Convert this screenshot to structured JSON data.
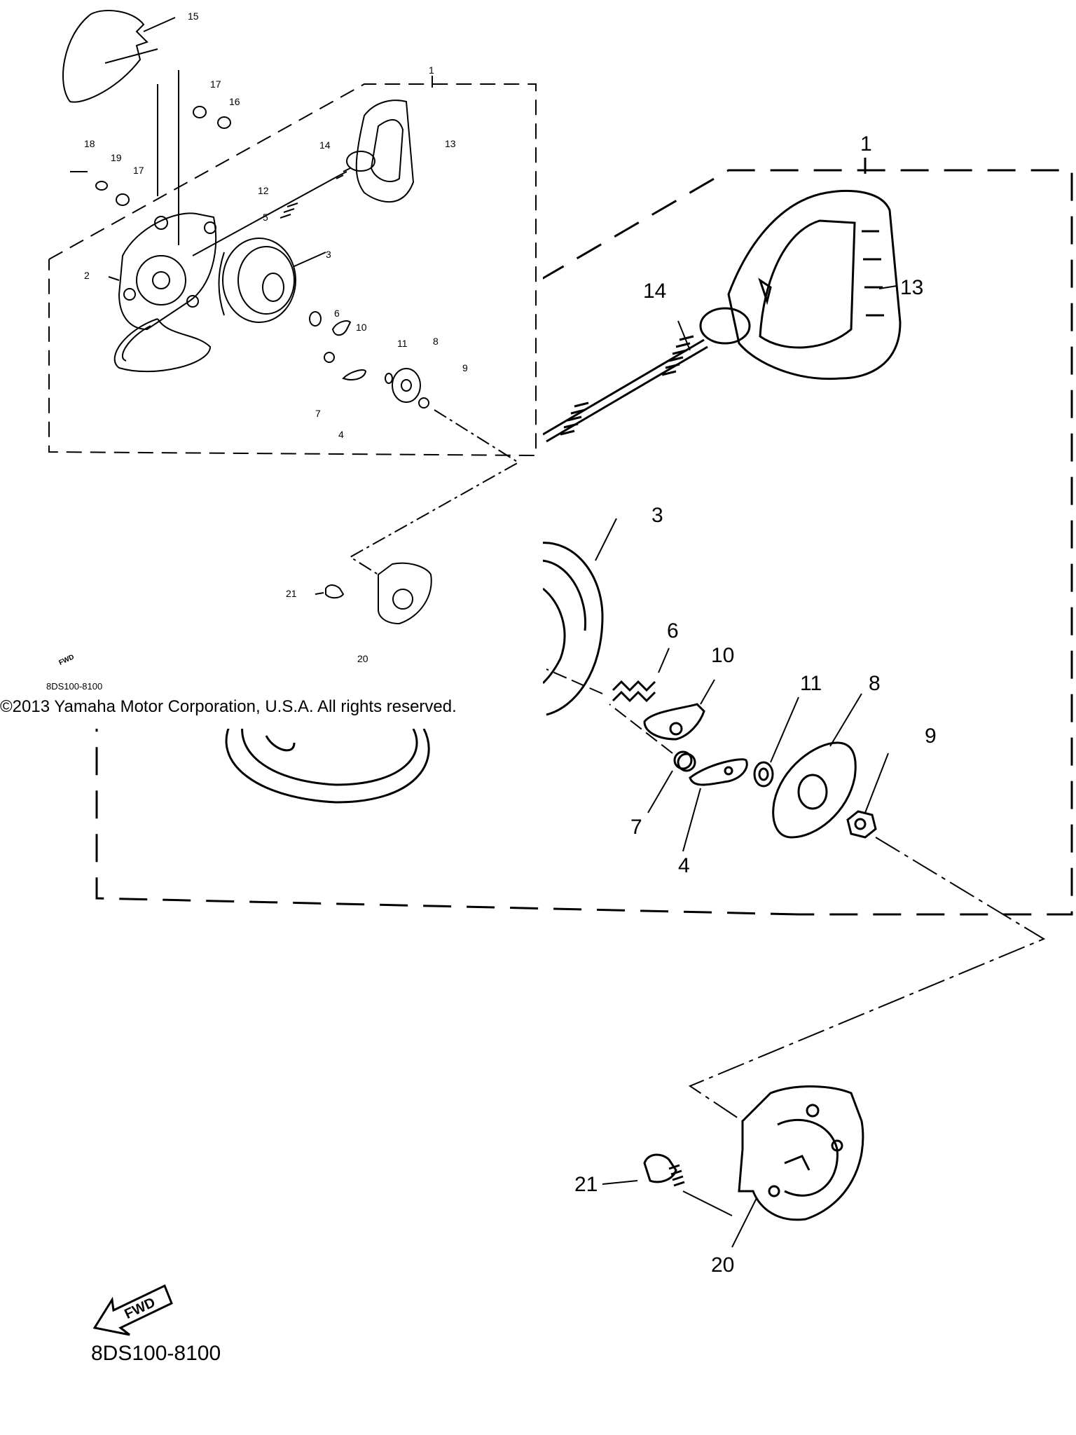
{
  "copyright": "©2013 Yamaha Motor Corporation, U.S.A. All rights reserved.",
  "diagram_code": "8DS100-8100",
  "fwd_label": "FWD",
  "large_callouts": {
    "c1": "1",
    "c3": "3",
    "c4": "4",
    "c6": "6",
    "c7": "7",
    "c8": "8",
    "c9": "9",
    "c10": "10",
    "c11": "11",
    "c13": "13",
    "c14": "14",
    "c20": "20",
    "c21": "21"
  },
  "small_callouts": {
    "c1": "1",
    "c2": "2",
    "c3": "3",
    "c4": "4",
    "c5": "5",
    "c6": "6",
    "c7": "7",
    "c8": "8",
    "c9": "9",
    "c10": "10",
    "c11": "11",
    "c12": "12",
    "c13": "13",
    "c14": "14",
    "c15": "15",
    "c16": "16",
    "c17a": "17",
    "c17b": "17",
    "c18": "18",
    "c19": "19",
    "c20": "20",
    "c21": "21"
  }
}
